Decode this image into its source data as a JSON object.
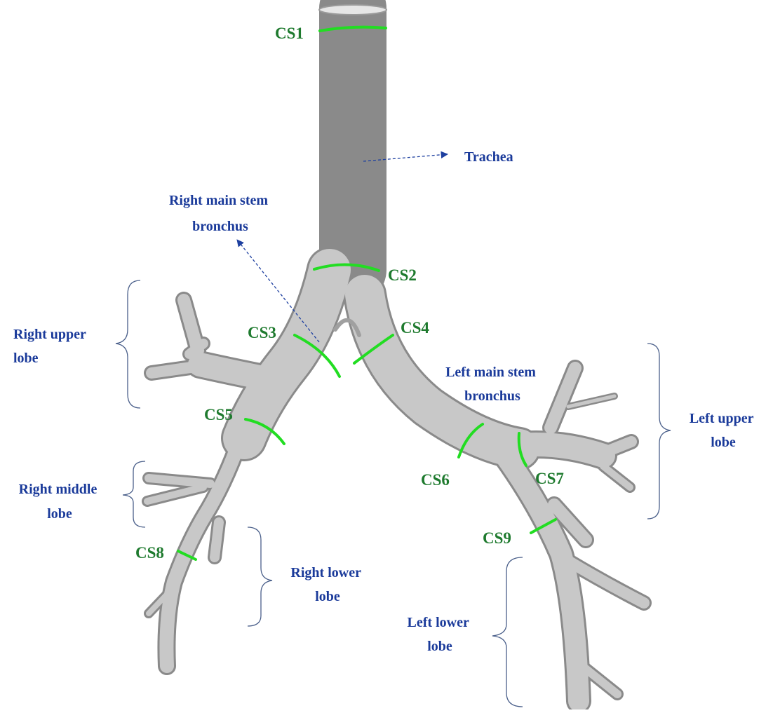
{
  "colors": {
    "airway_fill": "#c4c4c4",
    "airway_dark": "#8e8e8e",
    "cross_section": "#22dd22",
    "cross_section_label": "#1e7a2e",
    "anatomy_label": "#1a3a9a",
    "bracket": "#4a5f8a",
    "arrow": "#1e40a0"
  },
  "cross_sections": {
    "cs1": "CS1",
    "cs2": "CS2",
    "cs3": "CS3",
    "cs4": "CS4",
    "cs5": "CS5",
    "cs6": "CS6",
    "cs7": "CS7",
    "cs8": "CS8",
    "cs9": "CS9"
  },
  "labels": {
    "trachea": "Trachea",
    "right_main_stem": [
      "Right main stem",
      "bronchus"
    ],
    "left_main_stem": [
      "Left main stem",
      "bronchus"
    ],
    "right_upper_lobe": [
      "Right upper",
      "lobe"
    ],
    "right_middle_lobe": [
      "Right middle",
      "lobe"
    ],
    "right_lower_lobe": [
      "Right lower",
      "lobe"
    ],
    "left_upper_lobe": [
      "Left upper",
      "lobe"
    ],
    "left_lower_lobe": [
      "Left lower",
      "lobe"
    ]
  }
}
